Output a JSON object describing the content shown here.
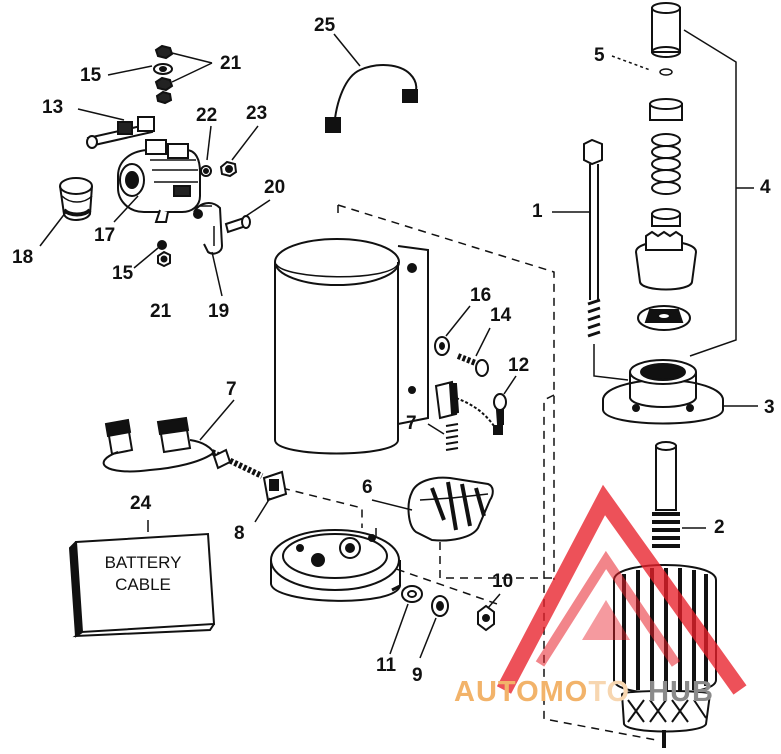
{
  "callouts": {
    "n1": "1",
    "n2": "2",
    "n3": "3",
    "n4": "4",
    "n5": "5",
    "n6": "6",
    "n7a": "7",
    "n7b": "7",
    "n8": "8",
    "n9": "9",
    "n10": "10",
    "n11": "11",
    "n12": "12",
    "n13": "13",
    "n14": "14",
    "n15a": "15",
    "n15b": "15",
    "n16": "16",
    "n17": "17",
    "n18": "18",
    "n19": "19",
    "n20": "20",
    "n21a": "21",
    "n21b": "21",
    "n22": "22",
    "n23": "23",
    "n24": "24",
    "n25": "25"
  },
  "battery_cable": {
    "line1": "BATTERY",
    "line2": "CABLE"
  },
  "watermark": {
    "text_orange": "AUTOMO",
    "text_pale": "TO",
    "text_gray": "HUB",
    "colors": {
      "triangle": "#e8202a",
      "orange": "#f2b36a",
      "gray": "#8a8a8a"
    }
  }
}
